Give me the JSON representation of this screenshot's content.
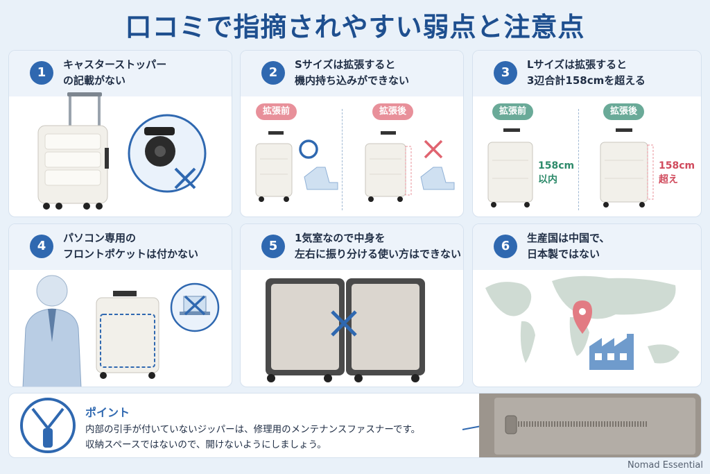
{
  "title": "口コミで指摘されやすい弱点と注意点",
  "cards": [
    {
      "num": "1",
      "line1": "キャスターストッパー",
      "line2": "の記載がない"
    },
    {
      "num": "2",
      "line1": "Sサイズは拡張すると",
      "line2": "機内持ち込みができない",
      "before": "拡張前",
      "after": "拡張後"
    },
    {
      "num": "3",
      "line1": "Lサイズは拡張すると",
      "line2": "3辺合計158cmを超える",
      "before": "拡張前",
      "after": "拡張後",
      "before_note1": "158cm",
      "before_note2": "以内",
      "after_note1": "158cm",
      "after_note2": "超え"
    },
    {
      "num": "4",
      "line1": "パソコン専用の",
      "line2": "フロントポケットは付かない"
    },
    {
      "num": "5",
      "line1": "1気室なので中身を",
      "line2": "左右に振り分ける使い方はできない"
    },
    {
      "num": "6",
      "line1": "生産国は中国で、",
      "line2": "日本製ではない"
    }
  ],
  "tip": {
    "title": "ポイント",
    "line1": "内部の引手が付いていないジッパーは、修理用のメンテナンスファスナーです。",
    "line2": "収納スペースではないので、開けないようにしましょう。"
  },
  "brand": "Nomad Essential",
  "colors": {
    "accent": "#2f68b0",
    "title": "#1e4f8f",
    "ok": "#2d8a6a",
    "ng": "#d04a5c",
    "pill_red": "#e8909a",
    "pill_green": "#6aaa98"
  }
}
